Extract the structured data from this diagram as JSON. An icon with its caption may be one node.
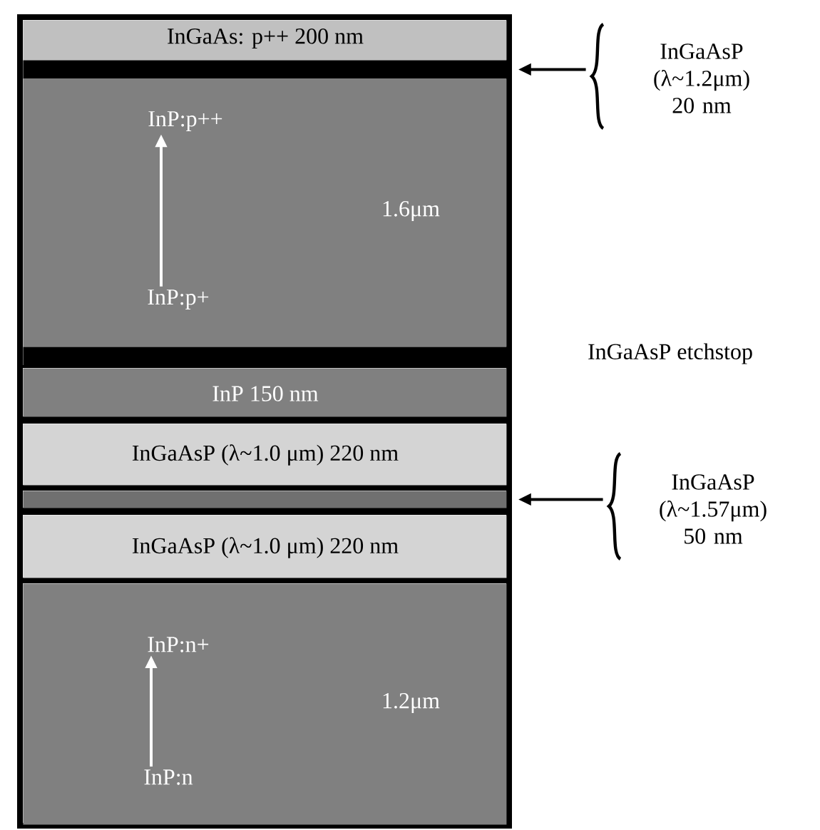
{
  "diagram": {
    "nodes": [
      {
        "text": [
          "InGaAs: p++   200 nm"
        ]
      },
      {
        "text": [],
        "shape": "bar"
      },
      {
        "text": [
          "1.6μm"
        ]
      },
      {
        "text": [
          "InP:p++"
        ],
        "in": 2
      },
      {
        "text": [
          "InP:p+"
        ],
        "in": 2
      },
      {
        "text": [],
        "shape": "bar"
      },
      {
        "text": [
          "InP  150 nm"
        ]
      },
      {
        "text": [
          "InGaAsP (λ~1.0 μm) 220 nm"
        ]
      },
      {
        "text": [],
        "shape": "bar"
      },
      {
        "text": [
          "InGaAsP (λ~1.0 μm) 220 nm"
        ]
      },
      {
        "text": [
          "1.2μm"
        ]
      },
      {
        "text": [
          "InP:n+"
        ],
        "in": 10
      },
      {
        "text": [
          "InP:n"
        ],
        "in": 10
      },
      {
        "text": [
          "InGaAsP (λ~1.2μm) 20 nm"
        ]
      },
      {
        "text": [
          "InGaAsP (λ~1.57μm) 50 nm"
        ]
      }
    ],
    "edges": [
      {
        "from": 4,
        "to": 3,
        "arrow": "to",
        "color": "#ffffff"
      },
      {
        "from": 12,
        "to": 11,
        "arrow": "to",
        "color": "#ffffff"
      },
      {
        "from": 13,
        "to": 1,
        "arrow": "to",
        "color": "#000000"
      },
      {
        "from": 14,
        "to": 8,
        "arrow": "to",
        "color": "#000000"
      }
    ],
    "labels": [
      "InGaAsP etchstop"
    ]
  }
}
